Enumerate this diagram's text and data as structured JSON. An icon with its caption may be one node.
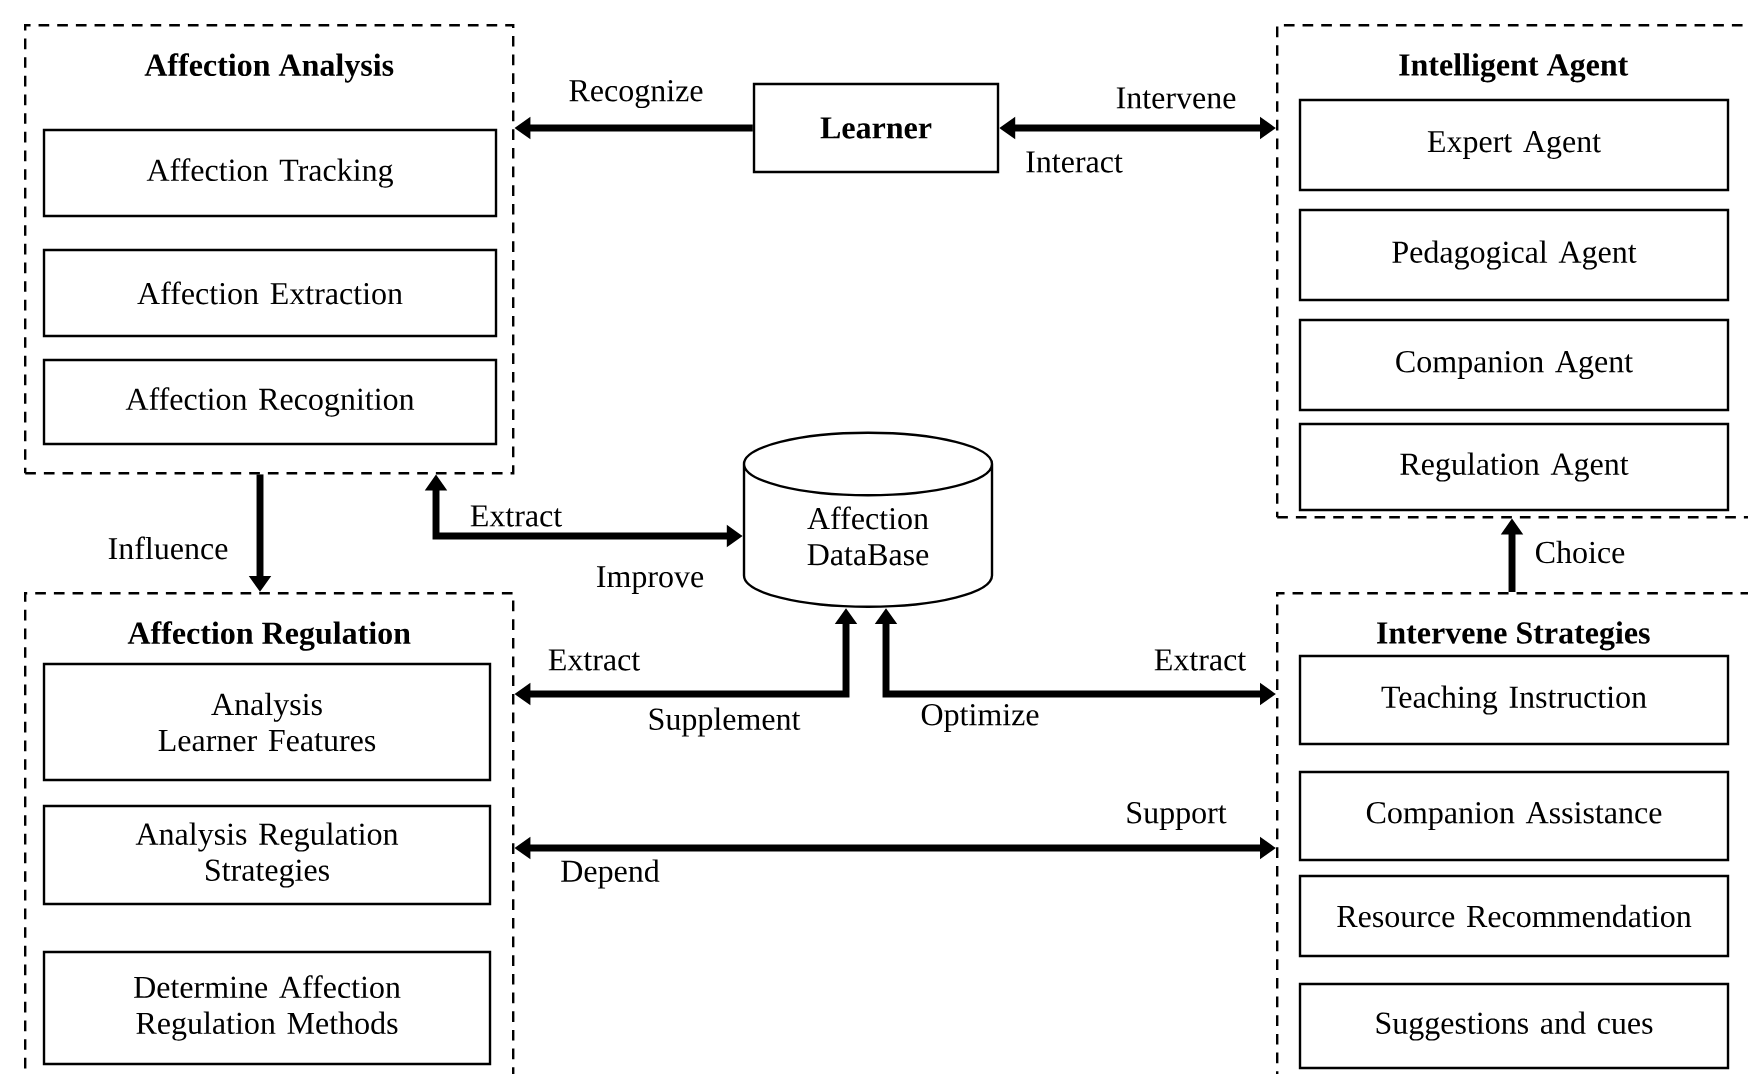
{
  "diagram": {
    "nodes": [
      {
        "text": [
          "Affection Analysis"
        ]
      },
      {
        "text": [
          "Affection Tracking"
        ],
        "in": 0
      },
      {
        "text": [
          "Affection Extraction"
        ],
        "in": 0
      },
      {
        "text": [
          "Affection Recognition"
        ],
        "in": 0
      },
      {
        "text": [
          "Learner"
        ]
      },
      {
        "text": [
          "Intelligent Agent"
        ]
      },
      {
        "text": [
          "Expert Agent"
        ],
        "in": 5
      },
      {
        "text": [
          "Pedagogical Agent"
        ],
        "in": 5
      },
      {
        "text": [
          "Companion Agent"
        ],
        "in": 5
      },
      {
        "text": [
          "Regulation Agent"
        ],
        "in": 5
      },
      {
        "text": [
          "Affection DataBase"
        ]
      },
      {
        "text": [
          "Affection Regulation"
        ]
      },
      {
        "text": [
          "Analysis Learner Features"
        ],
        "in": 11
      },
      {
        "text": [
          "Analysis Regulation Strategies"
        ],
        "in": 11
      },
      {
        "text": [
          "Determine Affection Regulation Methods"
        ],
        "in": 11
      },
      {
        "text": [
          "Intervene Strategies"
        ]
      },
      {
        "text": [
          "Teaching Instruction"
        ],
        "in": 15
      },
      {
        "text": [
          "Companion Assistance"
        ],
        "in": 15
      },
      {
        "text": [
          "Resource Recommendation"
        ],
        "in": 15
      },
      {
        "text": [
          "Suggestions and cues"
        ],
        "in": 15
      }
    ],
    "edges": [
      {
        "from": 4,
        "to": 0,
        "arrow": "to",
        "label": "Recognize"
      },
      {
        "from": 4,
        "to": 5,
        "arrow": "both",
        "label": "Intervene"
      },
      {
        "from": 0,
        "to": 11,
        "arrow": "to",
        "label": "Influence"
      },
      {
        "from": 10,
        "to": 0,
        "arrow": "both",
        "label": "Extract"
      },
      {
        "from": 10,
        "to": 11,
        "arrow": "both",
        "label": "Extract"
      },
      {
        "from": 10,
        "to": 15,
        "arrow": "both",
        "label": "Extract"
      },
      {
        "from": 15,
        "to": 5,
        "arrow": "to",
        "label": "Choice"
      },
      {
        "from": 11,
        "to": 15,
        "arrow": "both",
        "label": "Support"
      }
    ],
    "labels": [
      "Interact",
      "Improve",
      "Supplement",
      "Optimize",
      "Depend"
    ]
  }
}
